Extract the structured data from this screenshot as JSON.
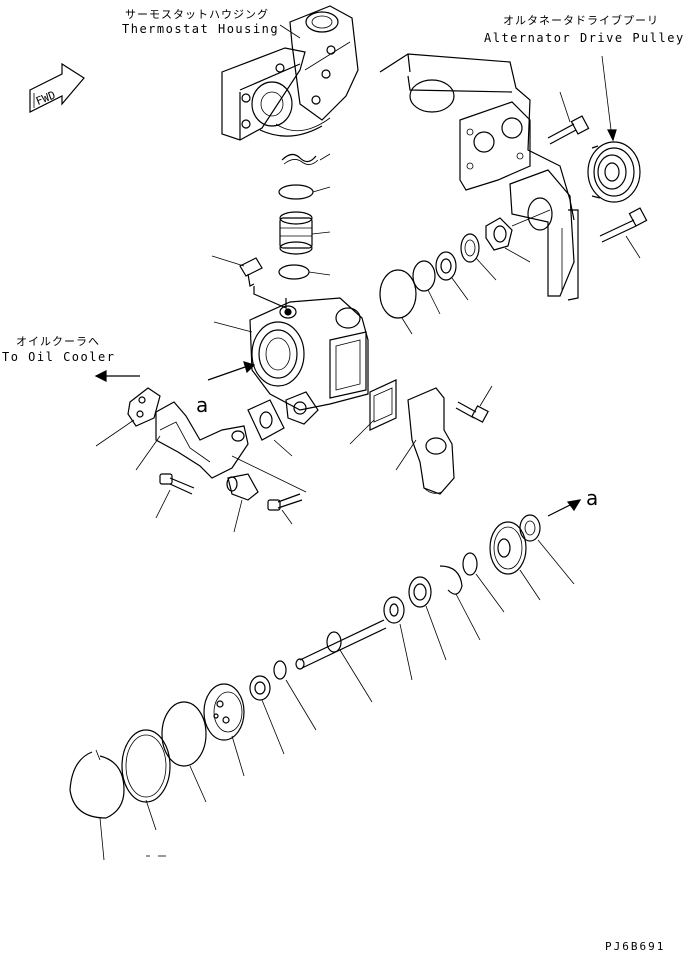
{
  "labels": {
    "thermostat_housing_jp": "サーモスタットハウジング",
    "thermostat_housing_en": "Thermostat Housing",
    "alternator_pulley_jp": "オルタネータドライブプーリ",
    "alternator_pulley_en": "Alternator Drive Pulley",
    "oil_cooler_jp": "オイルクーラへ",
    "oil_cooler_en": "To Oil Cooler",
    "fwd": "FWD",
    "callout_a_left": "a",
    "callout_a_right": "a",
    "drawing_code": "PJ6B691"
  }
}
